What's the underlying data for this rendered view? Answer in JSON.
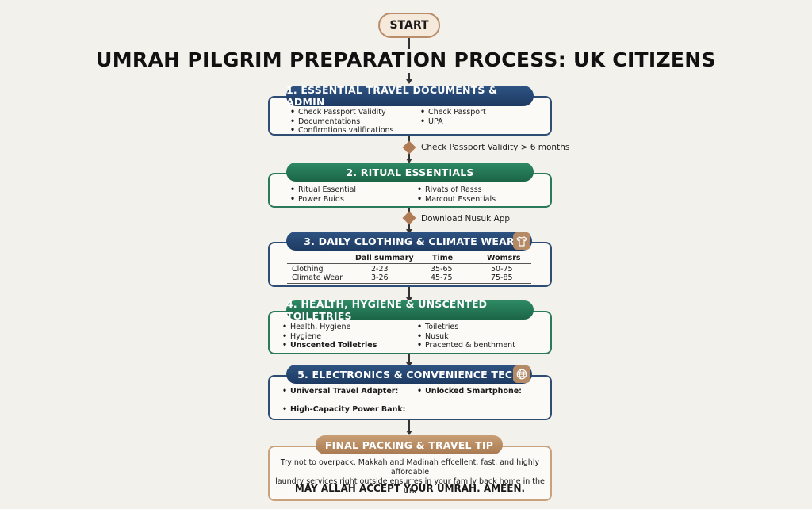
{
  "start_label": "START",
  "title": "UMRAH PILGRIM PREPARATION PROCESS: UK CITIZENS",
  "section1": {
    "title": "1. ESSENTIAL TRAVEL DOCUMENTS & ADMIN",
    "left_items": [
      "Check Passport Validity",
      "Documentations",
      "Confirmtions valifications"
    ],
    "right_items": [
      "Check Passport",
      "UPA"
    ]
  },
  "decision1": "Check Passport Validity > 6 months",
  "section2": {
    "title": "2. RITUAL ESSENTIALS",
    "left_items": [
      "Ritual Essential",
      "Power Buids"
    ],
    "right_items": [
      "Rivats of Rasss",
      "Marcout Essentials"
    ]
  },
  "decision2": "Download Nusuk App",
  "section3": {
    "title": "3. DAILY CLOTHING & CLIMATE WEAR",
    "icon": "tshirt-icon",
    "table": {
      "headers": [
        "Dall summary",
        "Time",
        "Womsrs"
      ],
      "rows": [
        {
          "label": "Clothing",
          "values": [
            "2-23",
            "35-65",
            "50-75"
          ]
        },
        {
          "label": "Climate Wear",
          "values": [
            "3-26",
            "45-75",
            "75-85"
          ]
        }
      ]
    }
  },
  "section4": {
    "title": "4. HEALTH, HYGIENE & UNSCENTED TOILETRIES",
    "left_items": [
      "Health, Hygiene",
      "Hygiene",
      "Unscented Toiletries"
    ],
    "right_items": [
      "Toiletries",
      "Nusuk",
      "Pracented & benthment"
    ]
  },
  "section5": {
    "title": "5. ELECTRONICS & CONVENIENCE TECH",
    "icon": "globe-icon",
    "left_items": [
      "Universal Travel Adapter:",
      "High-Capacity Power Bank:"
    ],
    "right_items": [
      "Unlocked Smartphone:"
    ]
  },
  "final": {
    "title": "FINAL PACKING & TRAVEL TIP",
    "tip_line1": "Try not to overpack. Makkah and Madinah effcellent, fast, and highly affordable",
    "tip_line2": "laundry services right outside ensurres in your family back home in the UK.",
    "blessing": "MAY ALLAH ACCEPT YOUR UMRAH. AMEEN."
  },
  "colors": {
    "blue": "#1d3a62",
    "green": "#1b6546",
    "gold": "#a97a52",
    "background": "#f3f1ec"
  }
}
